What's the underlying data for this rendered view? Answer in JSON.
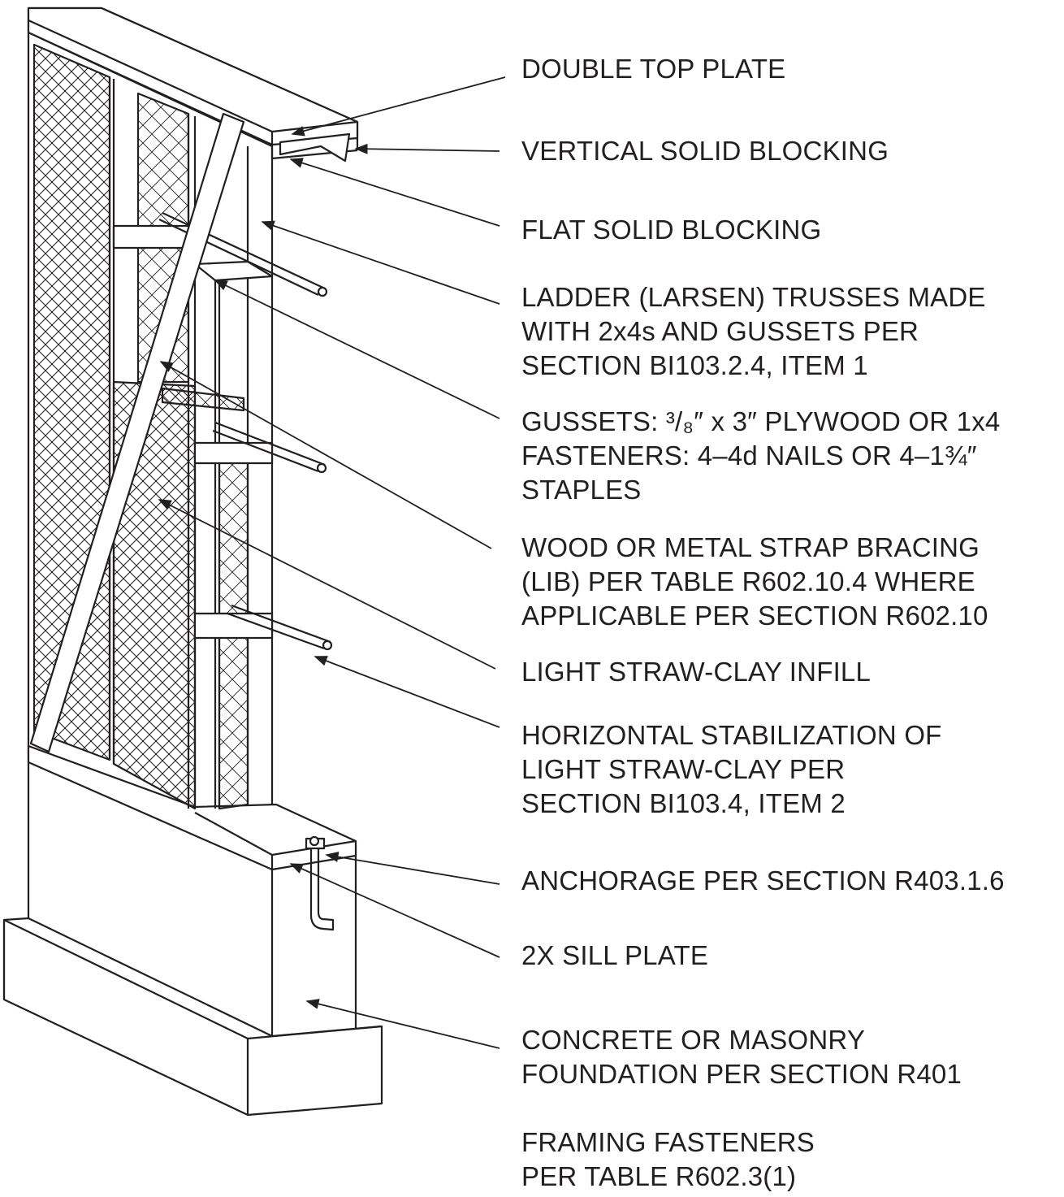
{
  "labels": {
    "double_top_plate": [
      "DOUBLE TOP PLATE"
    ],
    "vertical_solid_blocking": [
      "VERTICAL SOLID BLOCKING"
    ],
    "flat_solid_blocking": [
      "FLAT SOLID BLOCKING"
    ],
    "ladder_trusses": [
      "LADDER (LARSEN) TRUSSES MADE",
      "WITH 2x4s AND GUSSETS PER",
      "SECTION BI103.2.4, ITEM 1"
    ],
    "gussets": [
      "GUSSETS: ³/₈″ x 3″ PLYWOOD OR 1x4",
      "FASTENERS: 4–4d NAILS OR 4–1¾″",
      "STAPLES"
    ],
    "strap_bracing": [
      "WOOD OR METAL STRAP BRACING",
      "(LIB) PER TABLE R602.10.4 WHERE",
      "APPLICABLE PER SECTION R602.10"
    ],
    "infill": [
      "LIGHT STRAW-CLAY INFILL"
    ],
    "horizontal_stabilization": [
      "HORIZONTAL STABILIZATION OF",
      "LIGHT STRAW-CLAY PER",
      "SECTION BI103.4, ITEM 2"
    ],
    "anchorage": [
      "ANCHORAGE PER SECTION R403.1.6"
    ],
    "sill_plate": [
      "2X SILL PLATE"
    ],
    "foundation": [
      "CONCRETE OR MASONRY",
      "FOUNDATION PER SECTION R401"
    ],
    "framing_fasteners": [
      "FRAMING FASTENERS",
      "PER TABLE R602.3(1)"
    ]
  },
  "colors": {
    "line": "#231f20",
    "background": "#ffffff"
  }
}
